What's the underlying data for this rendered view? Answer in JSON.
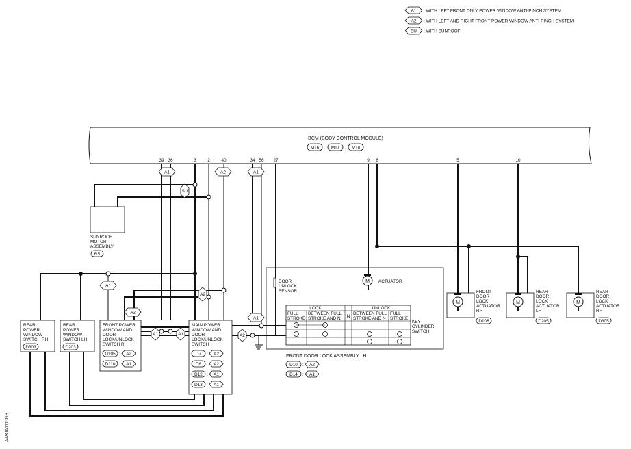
{
  "legend": [
    {
      "code": "A1",
      "text": ": WITH LEFT FRONT ONLY POWER WINDOW ANTI-PINCH SYSTEM"
    },
    {
      "code": "A2",
      "text": ": WITH LEFT AND RIGHT FRONT POWER WINDOW ANTI-PINCH SYSTEM"
    },
    {
      "code": "SU",
      "text": ": WITH SUNROOF"
    }
  ],
  "bcm": {
    "title": "BCM (BODY CONTROL MODULE)",
    "connectors": [
      "M16",
      "M17",
      "M18"
    ],
    "pins": [
      "39",
      "36",
      "3",
      "2",
      "40",
      "34",
      "56",
      "27",
      "9",
      "8",
      "5",
      "10"
    ]
  },
  "pin_tags": {
    "a1_left": "A1",
    "a2_top": "A2",
    "a1_mid": "A1",
    "su": "SU",
    "a2_mid": "A2",
    "a2_left": "A2",
    "a1_fpw_top": "A1",
    "a1_mid2": "A1",
    "a1_mid3": "A1",
    "a2_right": "A2",
    "a1_right_top": "A1"
  },
  "sunroof": {
    "lines": [
      "SUNROOF",
      "MOTOR",
      "ASSEMBLY"
    ],
    "connector": "R5"
  },
  "rear_pw_rh": {
    "lines": [
      "REAR",
      "POWER",
      "WINDOW",
      "SWITCH RH"
    ],
    "connector": "D303"
  },
  "rear_pw_lh": {
    "lines": [
      "REAR",
      "POWER",
      "WINDOW",
      "SWITCH LH"
    ],
    "connector": "D203"
  },
  "front_pw_rh": {
    "lines": [
      "FRONT POWER",
      "WINDOW AND",
      "DOOR",
      "LOCK/UNLOCK",
      "SWITCH RH"
    ],
    "conn": [
      {
        "id": "D105",
        "tag": "A2"
      },
      {
        "id": "D110",
        "tag": "A1"
      }
    ]
  },
  "main_pw": {
    "lines": [
      "MAIN POWER",
      "WINDOW AND",
      "DOOR",
      "LOCK/UNLOCK",
      "SWITCH"
    ],
    "conn": [
      {
        "id": "D7",
        "tag": "A2"
      },
      {
        "id": "D8",
        "tag": "A2"
      },
      {
        "id": "D12",
        "tag": "A1"
      },
      {
        "id": "D13",
        "tag": "A1"
      }
    ]
  },
  "door_lock_lh": {
    "sensor": [
      "DOOR",
      "UNLOCK",
      "SENSOR"
    ],
    "actuator": "ACTUATOR",
    "table": {
      "lock": "LOCK",
      "unlock": "UNLOCK",
      "n": "N",
      "cols": [
        [
          "FULL",
          "STROKE"
        ],
        [
          "BETWEEN FULL",
          "STROKE AND N"
        ],
        [
          "BETWEEN FULL",
          "STROKE AND N"
        ],
        [
          "FULL",
          "STROKE"
        ]
      ]
    },
    "key_switch": [
      "KEY",
      "CYLINDER",
      "SWITCH"
    ],
    "title": "FRONT DOOR LOCK ASSEMBLY LH",
    "conn": [
      {
        "id": "D10",
        "tag": "A2"
      },
      {
        "id": "D14",
        "tag": "A1"
      }
    ]
  },
  "fr_door_rh": {
    "lines": [
      "FRONT",
      "DOOR",
      "LOCK",
      "ACTUATOR",
      "RH"
    ],
    "connector": "D108"
  },
  "rr_door_lh": {
    "lines": [
      "REAR",
      "DOOR",
      "LOCK",
      "ACTUATOR",
      "LH"
    ],
    "connector": "D205"
  },
  "rr_door_rh": {
    "lines": [
      "REAR",
      "DOOR",
      "LOCK",
      "ACTUATOR",
      "RH"
    ],
    "connector": "D305"
  },
  "motor_symbol": "M",
  "side_code": "AWKIA1113GB"
}
